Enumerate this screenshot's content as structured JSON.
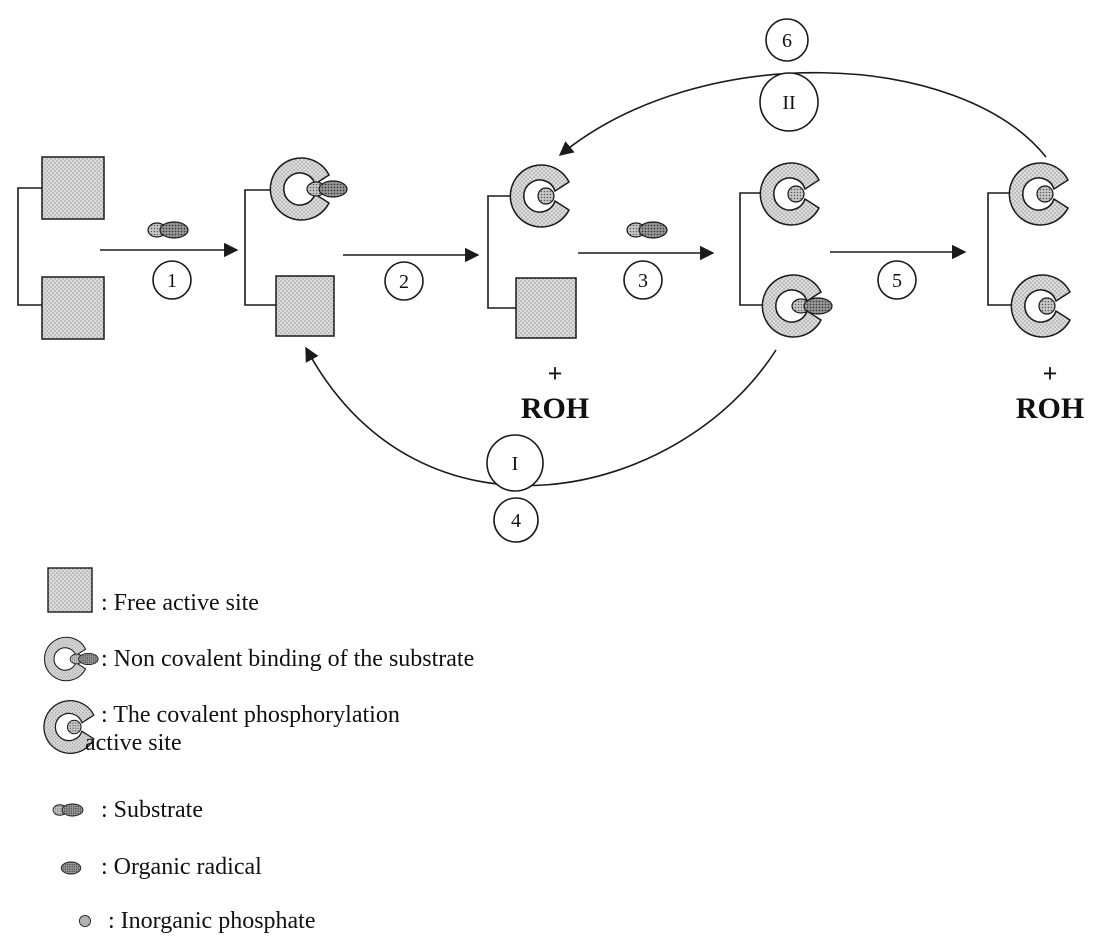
{
  "steps": [
    "1",
    "2",
    "3",
    "4",
    "5",
    "6"
  ],
  "cycles": [
    "I",
    "II"
  ],
  "products": {
    "plus": "+",
    "roh": "ROH"
  },
  "legend": {
    "free_site": ": Free active site",
    "noncovalent": ": Non covalent binding of the substrate",
    "covalent_line1": ": The covalent phosphorylation",
    "covalent_line2": "active site",
    "substrate": ": Substrate",
    "organic_radical": ": Organic radical",
    "inorganic_phosphate": ": Inorganic phosphate"
  },
  "colors": {
    "site_fill": "#d9d9d9",
    "radical_fill": "#8a8a8a",
    "phosphate_fill": "#b5b5b5",
    "line": "#1a1a1a"
  }
}
